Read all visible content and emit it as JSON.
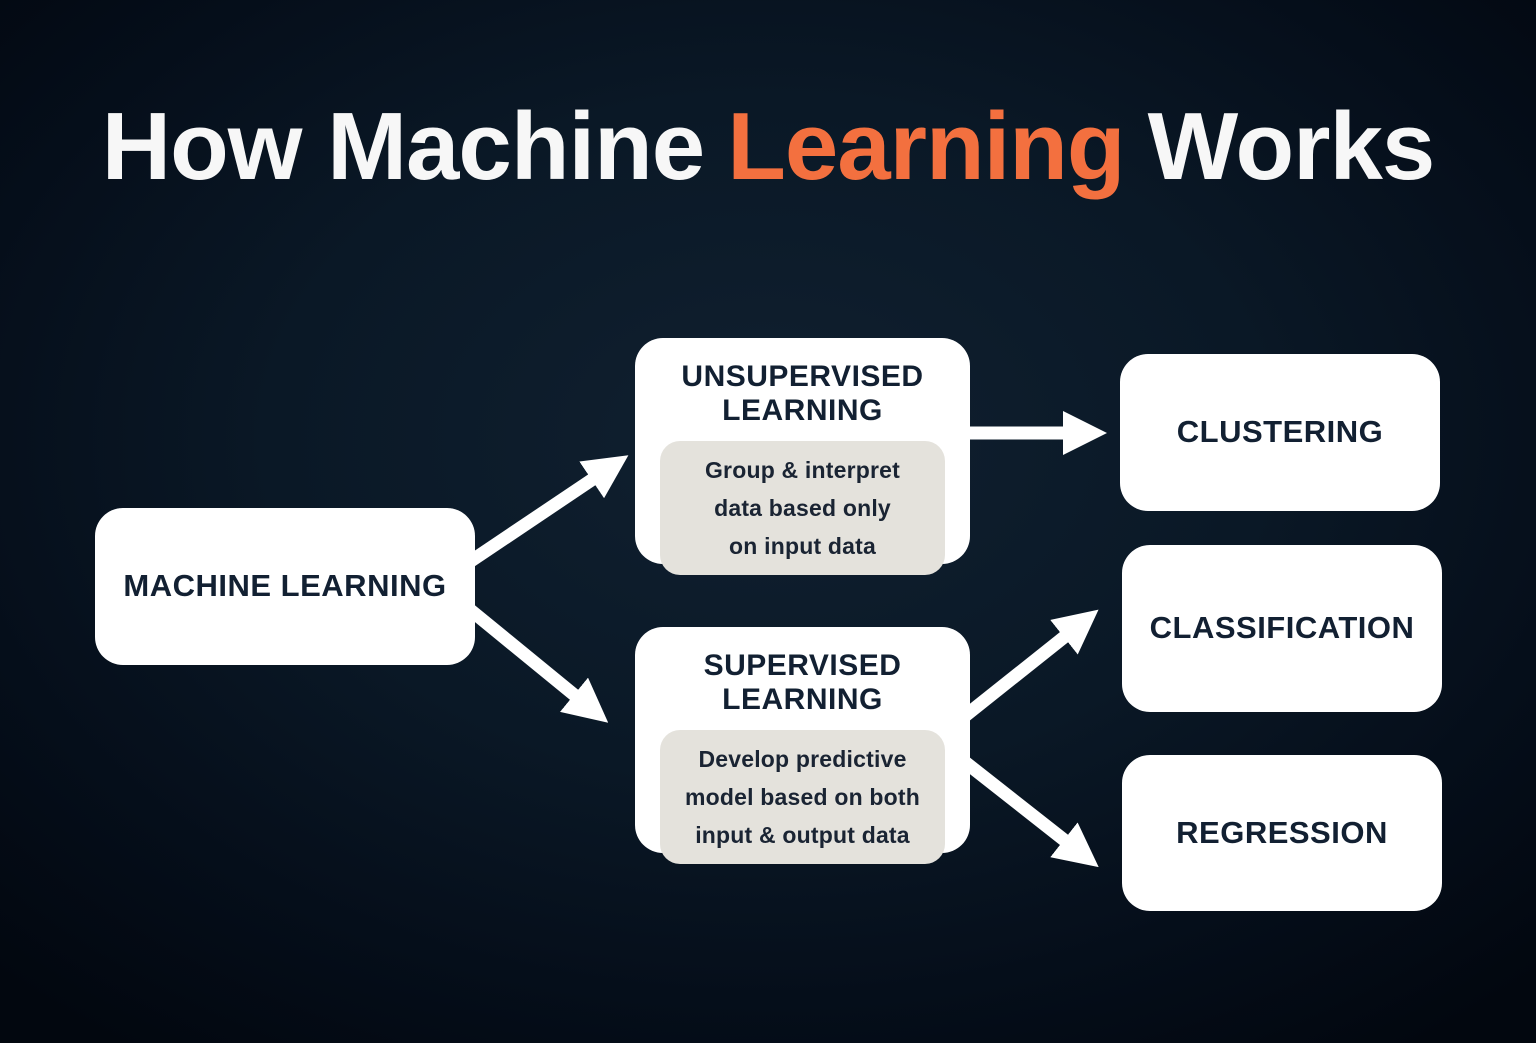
{
  "title": {
    "part1": "How Machine",
    "highlight": "Learning",
    "part2": "Works"
  },
  "colors": {
    "background_dark_navy": "#081524",
    "accent_orange": "#f3703f",
    "node_white": "#ffffff",
    "inset_gray": "#e4e2dc",
    "text_navy": "#122032",
    "arrow_white": "#ffffff"
  },
  "nodes": {
    "root": {
      "label": "MACHINE LEARNING"
    },
    "unsupervised": {
      "title_lines": [
        "UNSUPERVISED",
        "LEARNING"
      ],
      "description_lines": [
        "Group & interpret",
        "data based only",
        "on input data"
      ]
    },
    "supervised": {
      "title_lines": [
        "SUPERVISED",
        "LEARNING"
      ],
      "description_lines": [
        "Develop predictive",
        "model based on both",
        "input & output data"
      ]
    },
    "clustering": {
      "label": "CLUSTERING"
    },
    "classification": {
      "label": "CLASSIFICATION"
    },
    "regression": {
      "label": "REGRESSION"
    }
  },
  "edges": [
    {
      "from": "machine-learning",
      "to": "unsupervised-learning"
    },
    {
      "from": "machine-learning",
      "to": "supervised-learning"
    },
    {
      "from": "unsupervised-learning",
      "to": "clustering"
    },
    {
      "from": "supervised-learning",
      "to": "classification"
    },
    {
      "from": "supervised-learning",
      "to": "regression"
    }
  ]
}
